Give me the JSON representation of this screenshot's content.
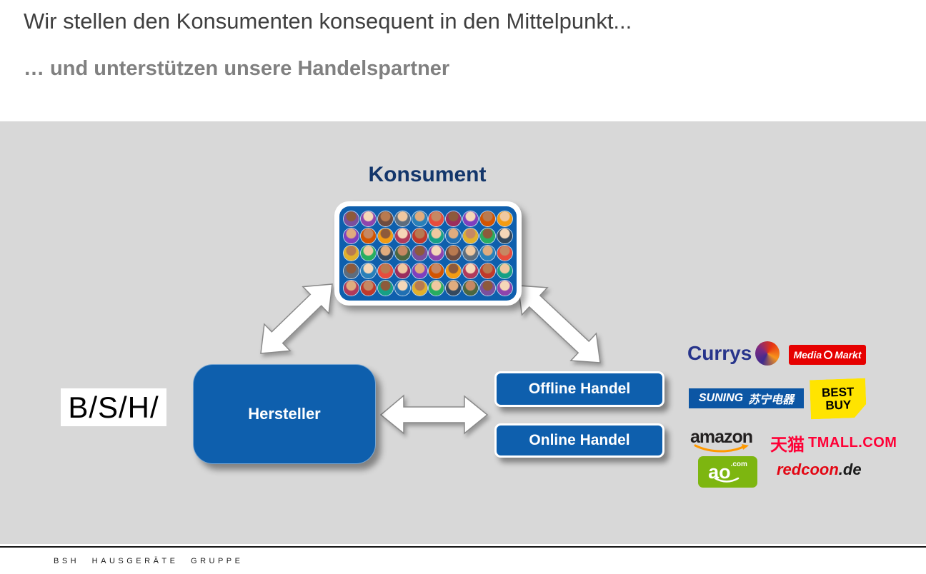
{
  "header": {
    "title_line1": "Wir stellen den Konsumenten konsequent in den Mittelpunkt...",
    "title_line2": "… und unterstützen unsere Handelspartner"
  },
  "diagram": {
    "konsument_label": "Konsument",
    "hersteller_label": "Hersteller",
    "offline_label": "Offline Handel",
    "online_label": "Online Handel",
    "bsh_logo_text": "B/S/H/"
  },
  "avatars": {
    "rows": 5,
    "cols": 10,
    "skin_tones": [
      "#f0c8a0",
      "#e0ac7e",
      "#c68863",
      "#8d5a3b",
      "#f5d7b8",
      "#b87a50"
    ],
    "clothing_colors": [
      "#7a4f9e",
      "#c0392b",
      "#2980b9",
      "#27ae60",
      "#d35400",
      "#8e44ad",
      "#16a085",
      "#e74c3c",
      "#34495e",
      "#f39c12",
      "#6d4c41",
      "#1f6fb2",
      "#9b2d5d",
      "#4a6741",
      "#b03a5b",
      "#5d6d7e",
      "#e1b12c",
      "#7f3fbf"
    ]
  },
  "retailers": {
    "currys": {
      "name": "Currys"
    },
    "mediamarkt": {
      "part1": "Media",
      "part2": "Markt"
    },
    "suning": {
      "latin": "SUNING",
      "cjk": "苏宁电器"
    },
    "bestbuy": {
      "line1": "BEST",
      "line2": "BUY"
    },
    "amazon": {
      "name": "amazon"
    },
    "tmall": {
      "cjk": "天猫",
      "latin": "TMALL.COM"
    },
    "ao": {
      "name": "ao",
      "suffix": ".com"
    },
    "redcoon": {
      "name": "redcoon",
      "suffix": ".de"
    }
  },
  "footer": {
    "company": "BSH HAUSGERÄTE GRUPPE"
  },
  "colors": {
    "primary_blue": "#0e5fad",
    "navy_text": "#13366b",
    "slide_gray": "#d8d8d8",
    "currys_blue": "#27348b",
    "mediamarkt_red": "#e60000",
    "suning_blue": "#0c56a4",
    "bestbuy_yellow": "#ffe400",
    "amazon_orange": "#ff9900",
    "tmall_red": "#ff0036",
    "ao_green": "#7db610",
    "redcoon_red": "#e30613"
  }
}
